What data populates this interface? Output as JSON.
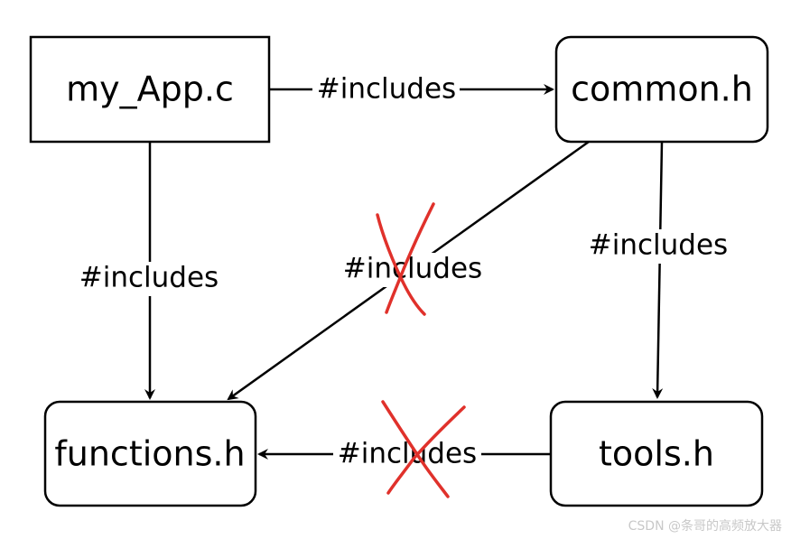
{
  "nodes": {
    "my_app": "my_App.c",
    "common": "common.h",
    "functions": "functions.h",
    "tools": "tools.h"
  },
  "edges": {
    "my_app_to_common": "#includes",
    "my_app_to_functions": "#includes",
    "common_to_tools": "#includes",
    "common_to_functions": "#includes",
    "tools_to_functions": "#includes"
  },
  "colors": {
    "stroke": "#000000",
    "cross": "#e0312b",
    "watermark": "#c8c8c8"
  },
  "watermark": "CSDN @条哥的高频放大器"
}
